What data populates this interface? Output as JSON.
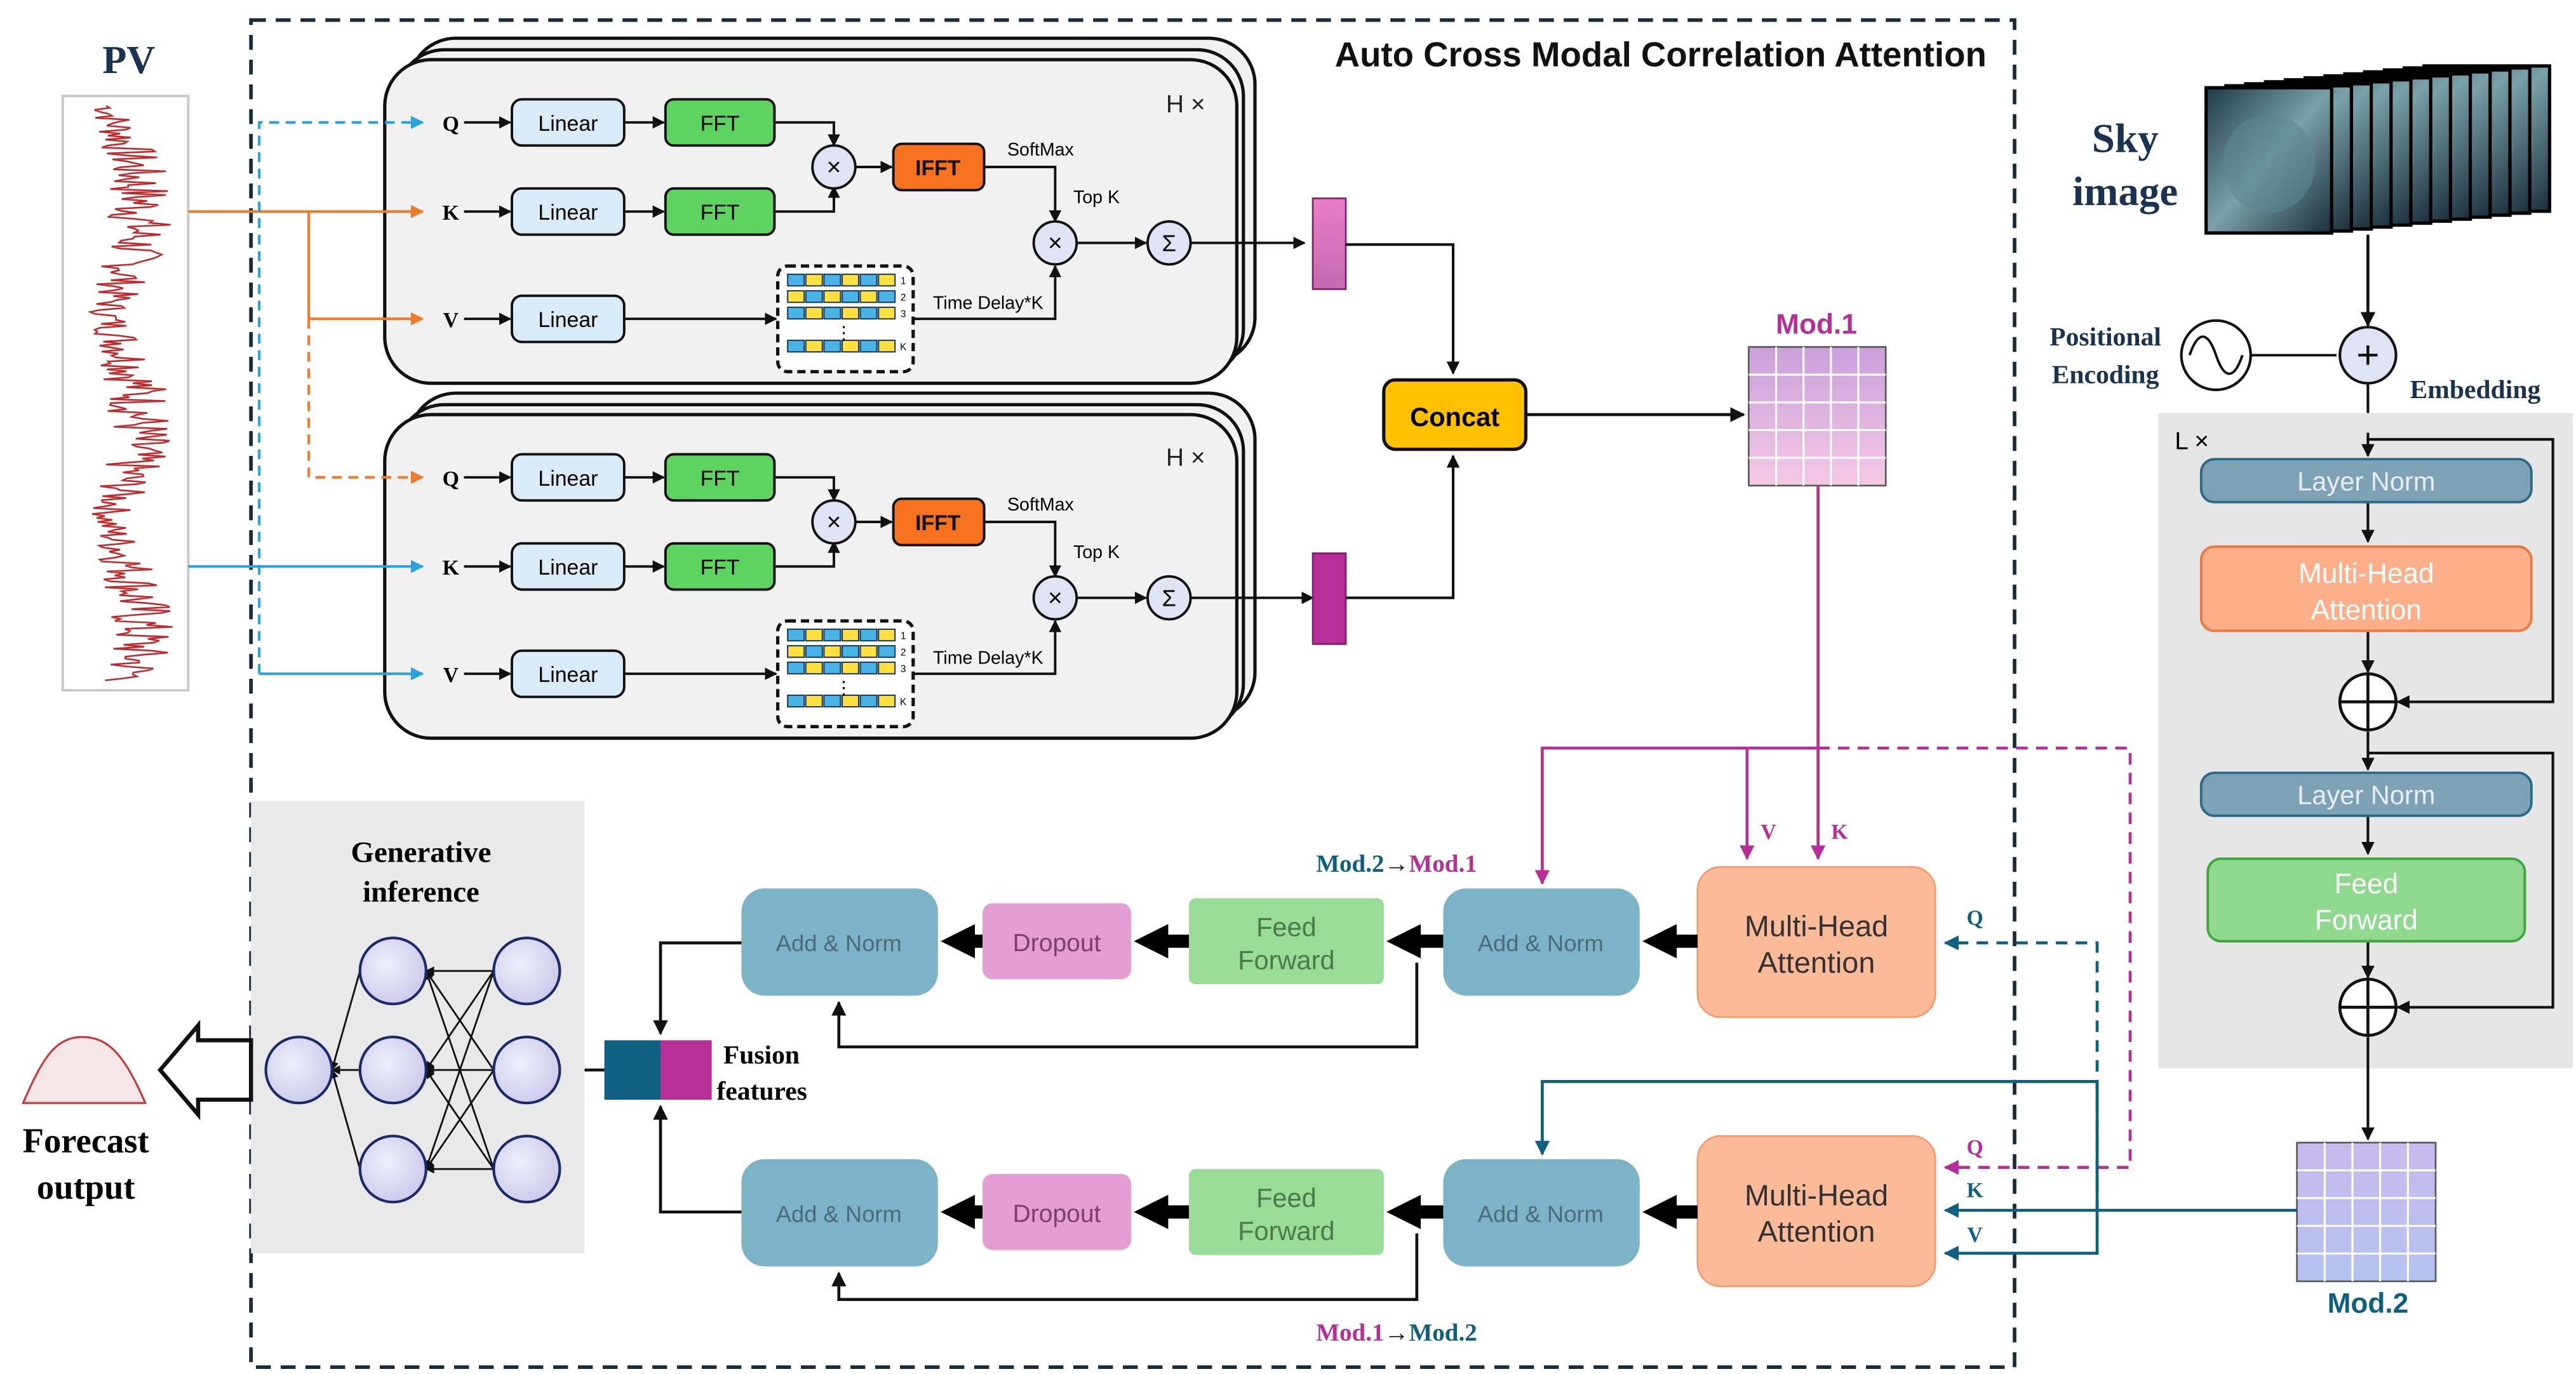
{
  "title": "Auto Cross Modal Correlation Attention",
  "pv": {
    "label": "PV"
  },
  "sky": {
    "label_line1": "Sky",
    "label_line2": "image"
  },
  "positional_encoding": {
    "line1": "Positional",
    "line2": "Encoding"
  },
  "embedding": "Embedding",
  "acmca": {
    "q": "Q",
    "k": "K",
    "v": "V",
    "linear": "Linear",
    "fft": "FFT",
    "ifft": "IFFT",
    "softmax": "SoftMax",
    "topk": "Top K",
    "time_delay": "Time Delay*K",
    "heads": "H ×",
    "delay_idx": [
      "1",
      "2",
      "3",
      "K"
    ],
    "dots": "⋮"
  },
  "concat": "Concat",
  "mod1": "Mod.1",
  "mod2": "Mod.2",
  "transformer": {
    "repeat": "L ×",
    "layer_norm": "Layer Norm",
    "mha_line1": "Multi-Head",
    "mha_line2": "Attention",
    "ff_line1": "Feed",
    "ff_line2": "Forward"
  },
  "cross": {
    "top_caption": {
      "left": "Mod.2",
      "arrow": "→",
      "right": "Mod.1"
    },
    "bottom_caption": {
      "left": "Mod.1",
      "arrow": "→",
      "right": "Mod.2"
    },
    "add_norm": "Add & Norm",
    "dropout": "Dropout",
    "ff_line1": "Feed",
    "ff_line2": "Forward",
    "mha_line1": "Multi-Head",
    "mha_line2": "Attention",
    "q": "Q",
    "k": "K",
    "v": "V"
  },
  "fusion": {
    "line1": "Fusion",
    "line2": "features"
  },
  "generative": {
    "line1": "Generative",
    "line2": "inference"
  },
  "forecast": {
    "line1": "Forecast",
    "line2": "output"
  },
  "colors": {
    "orange_arrow": "#f07a2b",
    "blue_arrow": "#2aa3dc",
    "magenta": "#b62f96",
    "teal": "#0f5f80",
    "linear_fill": "#d9ebf7",
    "fft_fill": "#5fd35f",
    "ifft_fill": "#f6721e",
    "concat_fill": "#ffc000",
    "addnorm_fill": "#7cb3c7",
    "dropout_fill": "#e49ed3",
    "ff_fill": "#98dc98",
    "mha_fill": "#fbbb98",
    "layernorm_fill": "#7da2b6",
    "trans_mha_fill": "#fcaf89",
    "trans_ff_fill": "#8fd98f"
  }
}
